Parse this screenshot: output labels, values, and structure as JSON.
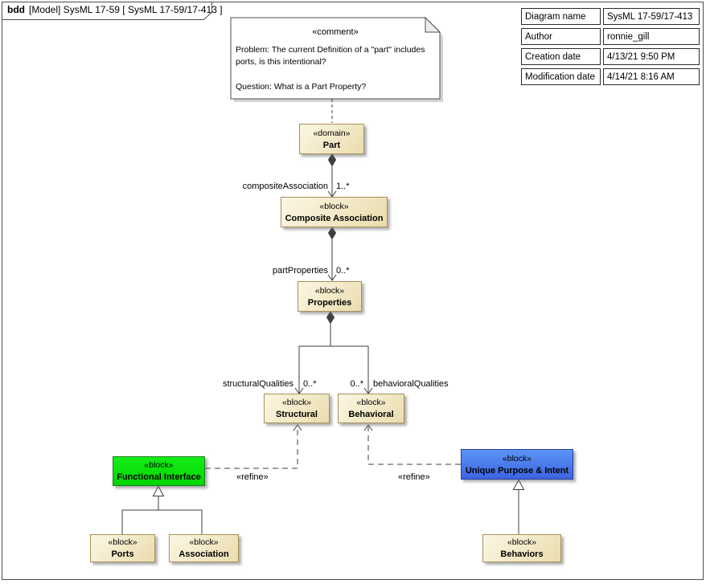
{
  "frame": {
    "keyword": "bdd",
    "title": "[Model] SysML 17-59 [ SysML 17-59/17-413 ]"
  },
  "info_table": {
    "rows": [
      {
        "label": "Diagram name",
        "value": "SysML 17-59/17-413"
      },
      {
        "label": "Author",
        "value": "ronnie_gill"
      },
      {
        "label": "Creation date",
        "value": "4/13/21 9:50 PM"
      },
      {
        "label": "Modification date",
        "value": "4/14/21 8:16 AM"
      }
    ]
  },
  "comment": {
    "stereotype": "«comment»",
    "body": "Problem: The current Definition of a \"part\" includes\nports, is this intentional?\n\nQuestion: What is a Part Property?"
  },
  "blocks": {
    "part": {
      "stereotype": "«domain»",
      "name": "Part"
    },
    "composite_association": {
      "stereotype": "«block»",
      "name": "Composite Association"
    },
    "properties": {
      "stereotype": "«block»",
      "name": "Properties"
    },
    "structural": {
      "stereotype": "«block»",
      "name": "Structural"
    },
    "behavioral": {
      "stereotype": "«block»",
      "name": "Behavioral"
    },
    "functional_interface": {
      "stereotype": "«block»",
      "name": "Functional Interface"
    },
    "unique_purpose": {
      "stereotype": "«block»",
      "name": "Unique Purpose & Intent"
    },
    "ports": {
      "stereotype": "«block»",
      "name": "Ports"
    },
    "association": {
      "stereotype": "«block»",
      "name": "Association"
    },
    "behaviors": {
      "stereotype": "«block»",
      "name": "Behaviors"
    }
  },
  "labels": {
    "composite_association_role": "compositeAssociation",
    "composite_association_mult": "1..*",
    "part_properties_role": "partProperties",
    "part_properties_mult": "0..*",
    "structural_role": "structuralQualities",
    "structural_mult": "0..*",
    "behavioral_mult": "0..*",
    "behavioral_role": "behavioralQualities",
    "refine_left": "«refine»",
    "refine_right": "«refine»"
  },
  "colors": {
    "block_fill_light": "#FCF7E3",
    "block_fill_dark": "#EADCAE",
    "block_border": "#A89058",
    "green_fill": "#0BE30B",
    "blue_fill": "#4679EC",
    "connector": "#3F3F3F"
  }
}
